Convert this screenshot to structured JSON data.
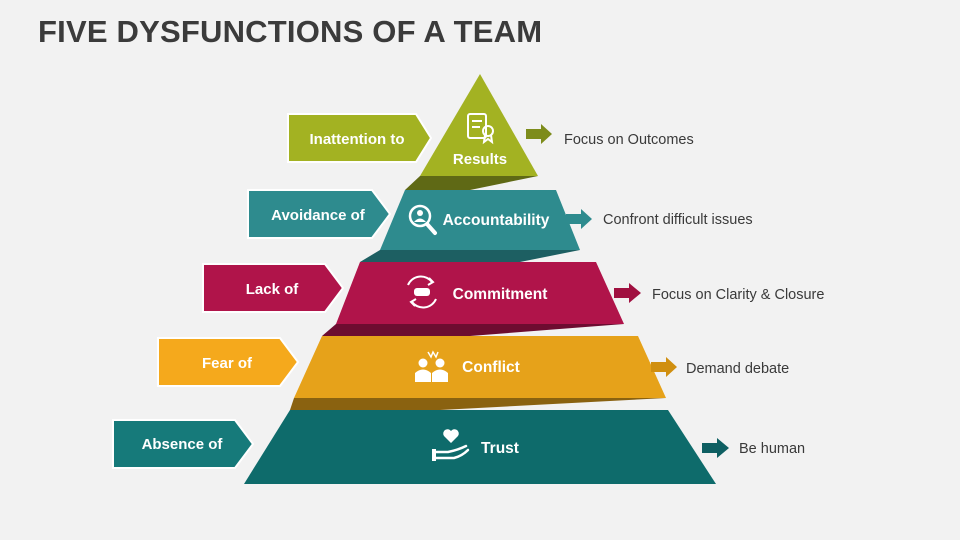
{
  "title": "FIVE DYSFUNCTIONS OF A TEAM",
  "levels": [
    {
      "prefix": "Inattention to",
      "name": "Results",
      "outcome": "Focus on Outcomes",
      "color": "#a3b222",
      "arrow": "#7d8c1b",
      "icon": "certificate-icon"
    },
    {
      "prefix": "Avoidance of",
      "name": "Accountability",
      "outcome": "Confront difficult issues",
      "color": "#2e8b8e",
      "arrow": "#2e8b8e",
      "icon": "magnifier-person-icon"
    },
    {
      "prefix": "Lack of",
      "name": "Commitment",
      "outcome": "Focus on Clarity & Closure",
      "color": "#b0144a",
      "arrow": "#a01040",
      "icon": "handshake-cycle-icon"
    },
    {
      "prefix": "Fear of",
      "name": "Conflict",
      "outcome": "Demand debate",
      "color": "#e6a21a",
      "arrow": "#d08f10",
      "icon": "arguing-people-icon"
    },
    {
      "prefix": "Absence of",
      "name": "Trust",
      "outcome": "Be human",
      "color": "#0e6b6b",
      "arrow": "#0e5f62",
      "icon": "heart-hand-icon"
    }
  ]
}
